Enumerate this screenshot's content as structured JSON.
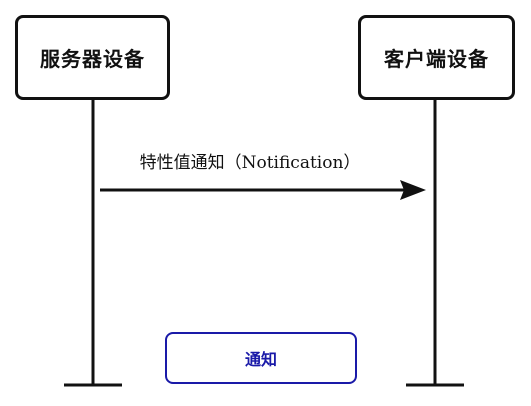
{
  "participants": {
    "server": "服务器设备",
    "client": "客户端设备"
  },
  "message": {
    "label": "特性值通知（Notification）"
  },
  "button": {
    "label": "通知"
  },
  "colors": {
    "line": "#111111",
    "button_accent": "#1a1aa8"
  }
}
